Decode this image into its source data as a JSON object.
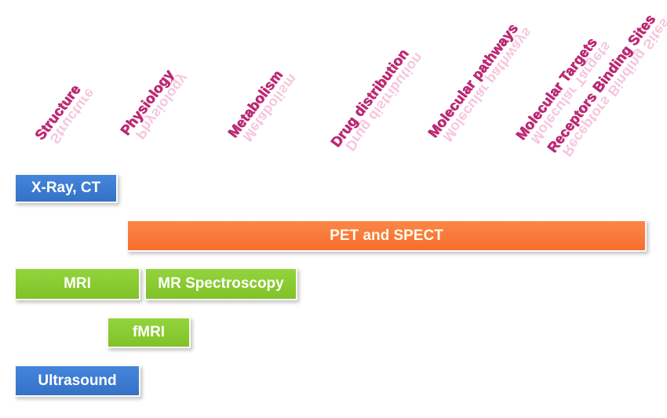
{
  "capability_labels": [
    {
      "text": "Structure"
    },
    {
      "text": "Physiology"
    },
    {
      "text": "Metabolism"
    },
    {
      "text": "Drug distribution"
    },
    {
      "text": "Molecular pathways"
    },
    {
      "text": "Molecular Targets"
    },
    {
      "text": "Receptors Binding Sites"
    }
  ],
  "modalities": [
    {
      "label": "X-Ray, CT",
      "color": "#3a7bd4"
    },
    {
      "label": "PET and SPECT",
      "color": "#f97a37"
    },
    {
      "label": "MRI",
      "color": "#89cc2f"
    },
    {
      "label": "MR Spectroscopy",
      "color": "#89cc2f"
    },
    {
      "label": "fMRI",
      "color": "#89cc2f"
    },
    {
      "label": "Ultrasound",
      "color": "#3a7bd4"
    }
  ],
  "colors": {
    "blue": "#3a7bd4",
    "green": "#89cc2f",
    "orange": "#f97a37",
    "label_main": "#c02673",
    "label_reflection": "#f5c3dc",
    "background": "#ffffff"
  },
  "chart_data": {
    "type": "bar",
    "subtype": "capability-span-diagram",
    "title": "",
    "categories": [
      "Structure",
      "Physiology",
      "Metabolism",
      "Drug distribution",
      "Molecular pathways",
      "Molecular Targets",
      "Receptors Binding Sites"
    ],
    "series": [
      {
        "name": "X-Ray, CT",
        "covers": [
          "Structure"
        ]
      },
      {
        "name": "PET and SPECT",
        "covers": [
          "Metabolism",
          "Drug distribution",
          "Molecular pathways",
          "Molecular Targets",
          "Receptors Binding Sites"
        ]
      },
      {
        "name": "MRI",
        "covers": [
          "Structure",
          "Physiology"
        ]
      },
      {
        "name": "MR Spectroscopy",
        "covers": [
          "Physiology",
          "Metabolism"
        ]
      },
      {
        "name": "fMRI",
        "covers": [
          "Physiology"
        ]
      },
      {
        "name": "Ultrasound",
        "covers": [
          "Structure",
          "Physiology"
        ]
      }
    ],
    "legend": "none",
    "grid": false
  }
}
